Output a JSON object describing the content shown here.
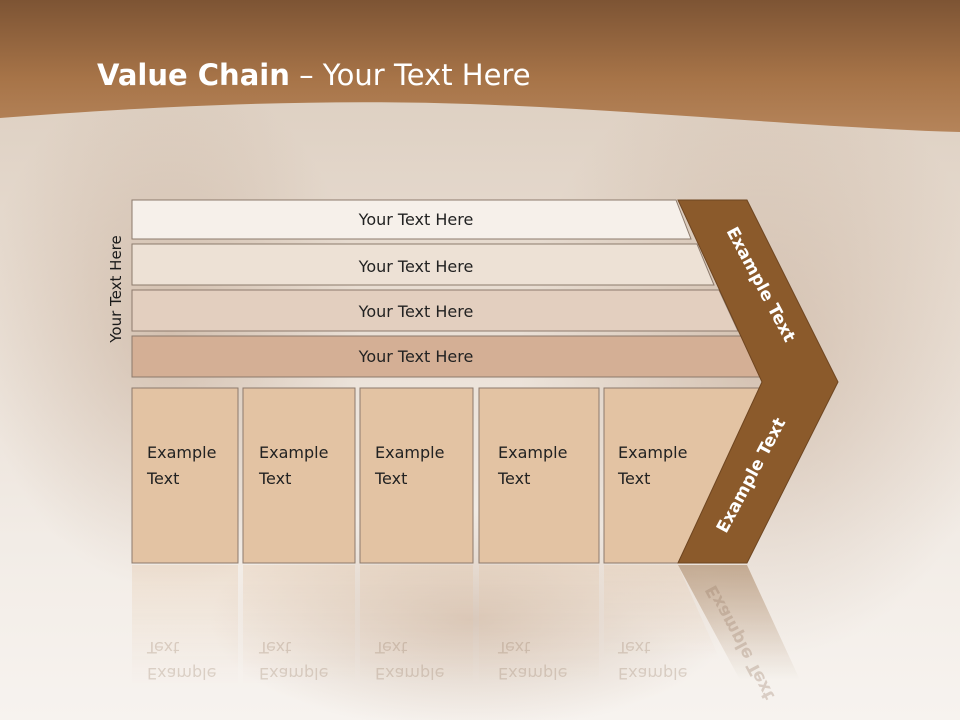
{
  "slide": {
    "title_bold": "Value Chain",
    "title_rest": " – Your Text Here",
    "side_label": "Your Text Here"
  },
  "rows": [
    {
      "label": "Your Text Here"
    },
    {
      "label": "Your Text Here"
    },
    {
      "label": "Your Text Here"
    },
    {
      "label": "Your Text Here"
    }
  ],
  "boxes": [
    {
      "line1": "Example",
      "line2": "Text"
    },
    {
      "line1": "Example",
      "line2": "Text"
    },
    {
      "line1": "Example",
      "line2": "Text"
    },
    {
      "line1": "Example",
      "line2": "Text"
    },
    {
      "line1": "Example",
      "line2": "Text"
    }
  ],
  "chevron": {
    "top_text": "Example Text",
    "bottom_text": "Example Text"
  },
  "colors": {
    "header_brown": "#a5703f",
    "chevron_brown": "#8b5a2b",
    "row1": "#f6f0ea",
    "row2": "#ede1d5",
    "row3": "#e3cfbf",
    "row4": "#d4af95",
    "box_fill": "#e3c3a3"
  }
}
